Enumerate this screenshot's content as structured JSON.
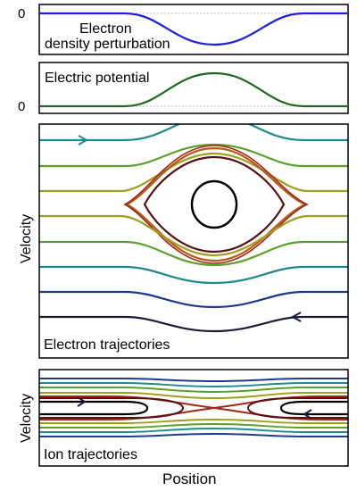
{
  "panels": {
    "density": {
      "label_line1": "Electron",
      "label_line2": "density perturbation",
      "zero_tick": "0"
    },
    "potential": {
      "label": "Electric potential",
      "zero_tick": "0"
    },
    "electron": {
      "label": "Electron trajectories",
      "ylabel": "Velocity"
    },
    "ion": {
      "label": "Ion trajectories",
      "ylabel": "Velocity"
    }
  },
  "xlabel": "Position",
  "colors": {
    "density_curve": "#1f1fe0",
    "potential_curve": "#1e6b1e",
    "trajectory_palette": [
      "#1a1a3a",
      "#1f3a8c",
      "#1f8c8c",
      "#5aa02c",
      "#a0a020",
      "#c87a1a",
      "#a02818",
      "#5a1010",
      "#000000"
    ],
    "arrow_teal": "#1f8c8c",
    "arrow_dark": "#1a1a3a"
  }
}
